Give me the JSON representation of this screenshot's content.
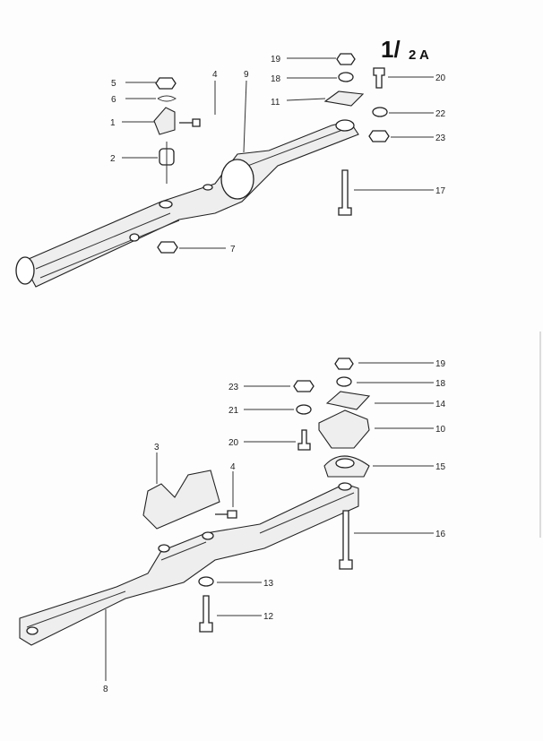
{
  "title": {
    "main": "1/",
    "sub": "2 A"
  },
  "upper_assembly": {
    "labels": [
      "5",
      "6",
      "1",
      "2",
      "4",
      "9",
      "7",
      "19",
      "18",
      "11",
      "20",
      "22",
      "23",
      "17"
    ]
  },
  "lower_assembly": {
    "labels": [
      "19",
      "18",
      "14",
      "10",
      "15",
      "16",
      "23",
      "21",
      "20",
      "3",
      "4",
      "13",
      "12",
      "8"
    ]
  }
}
